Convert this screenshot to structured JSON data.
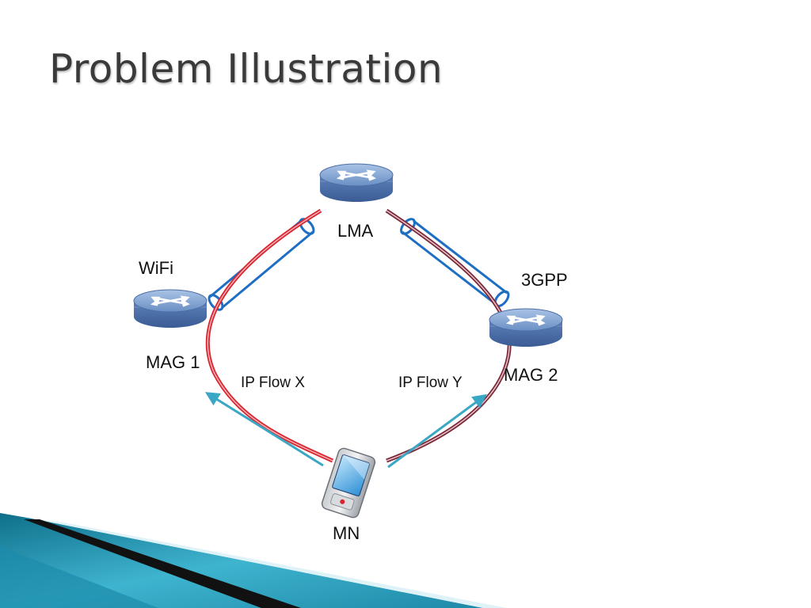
{
  "slide": {
    "title": "Problem Illustration"
  },
  "nodes": {
    "lma": {
      "label": "LMA",
      "icon": "router-icon"
    },
    "mag1": {
      "label": "MAG 1",
      "icon": "router-icon"
    },
    "mag2": {
      "label": "MAG 2",
      "icon": "router-icon"
    },
    "mn": {
      "label": "MN",
      "icon": "mobile-phone-icon"
    }
  },
  "access": {
    "wifi": "WiFi",
    "cellular": "3GPP"
  },
  "flows": {
    "x": "IP Flow X",
    "y": "IP Flow Y"
  },
  "colors": {
    "flow_x": "#d9252f",
    "flow_y": "#7a2a3a",
    "tunnel": "#1e6fc4",
    "arrow": "#3aa7c4",
    "router": "#5b7fb5"
  }
}
